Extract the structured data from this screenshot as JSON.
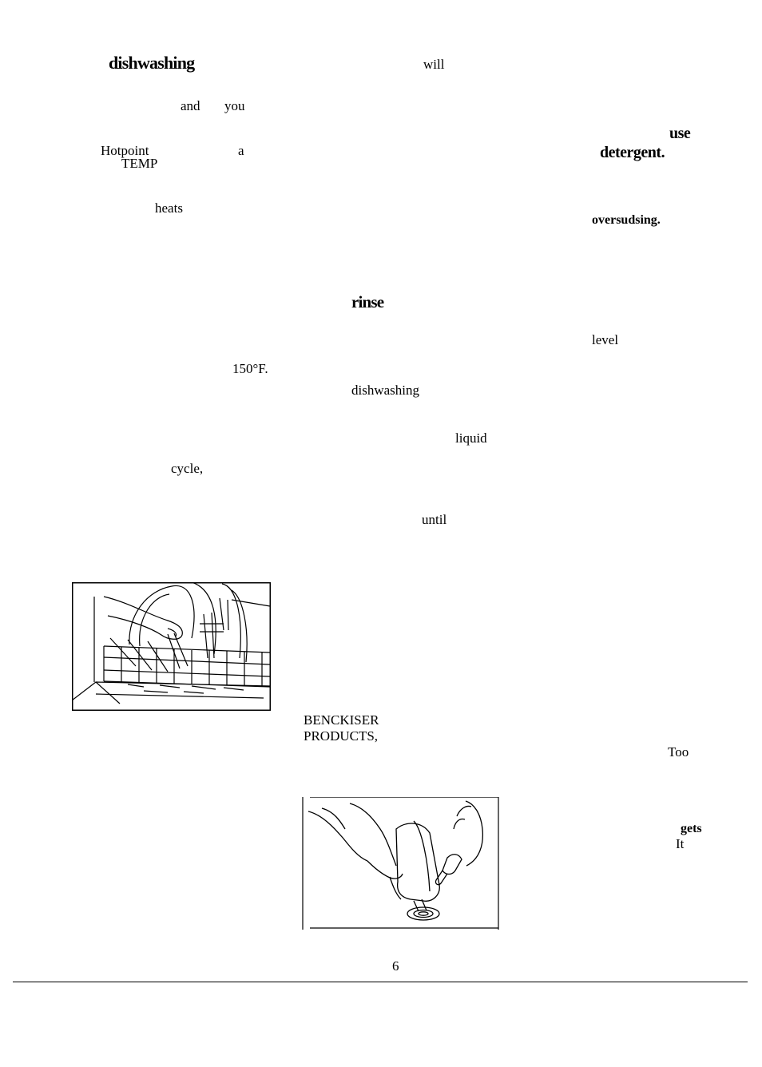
{
  "page": {
    "fragments": {
      "dishwashing_heading": "dishwashing",
      "will": "will",
      "and": "and",
      "you": "you",
      "hotpoint": "Hotpoint",
      "a": "a",
      "temp": "TEMP",
      "heats": "heats",
      "temp_150": "150°F.",
      "cycle": "cycle,",
      "use": "use",
      "detergent": "detergent.",
      "oversudsing": "oversudsing.",
      "rinse": "rinse",
      "level": "level",
      "dishwashing": "dishwashing",
      "liquid": "liquid",
      "until": "until",
      "benckiser": "BENCKISER",
      "products": "PRODUCTS,",
      "too": "Too",
      "gets": "gets",
      "it": "It"
    },
    "page_number": "6"
  }
}
